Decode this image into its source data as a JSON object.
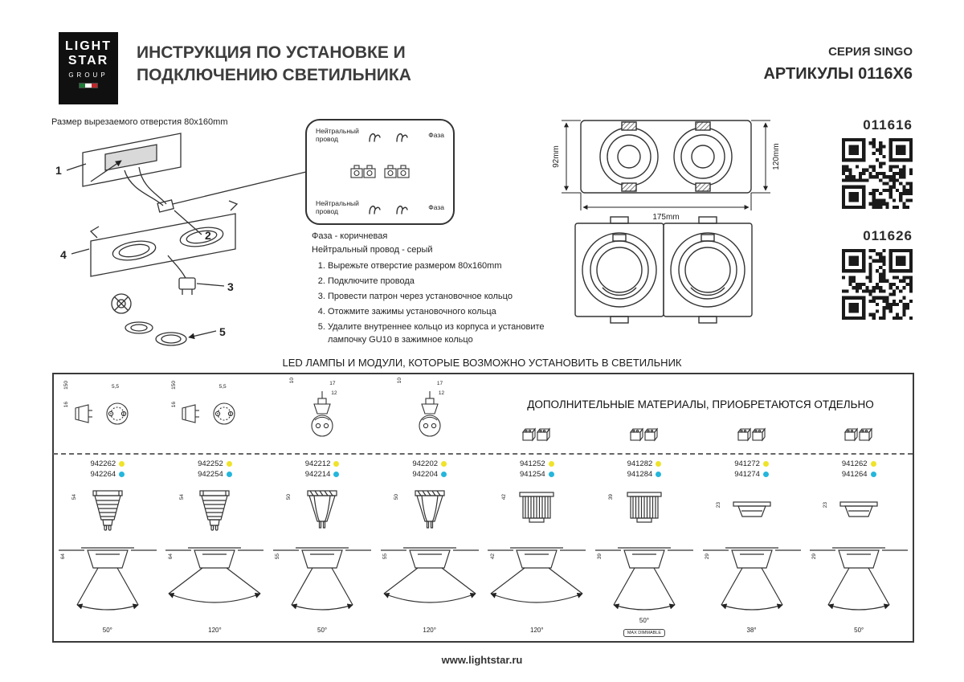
{
  "header": {
    "logo_lines": [
      "LIGHT",
      "STAR",
      "GROUP"
    ],
    "title_lines": [
      "ИНСТРУКЦИЯ ПО УСТАНОВКЕ И",
      "ПОДКЛЮЧЕНИЮ СВЕТИЛЬНИКА"
    ],
    "series": "СЕРИЯ SINGO",
    "articles_label": "АРТИКУЛЫ 0116X6"
  },
  "install": {
    "cutout_note": "Размер вырезаемого отверстия 80x160mm",
    "callouts": [
      "1",
      "2",
      "3",
      "4",
      "5"
    ],
    "wiring_box": {
      "neutral1": "Нейтральный провод",
      "phase1": "Фаза",
      "neutral2": "Нейтральный провод",
      "phase2": "Фаза"
    },
    "wire_colors": [
      "Фаза - коричневая",
      "Нейтральный провод - серый"
    ],
    "steps": [
      "Вырежьте отверстие размером 80x160mm",
      "Подключите провода",
      "Провести патрон через установочное кольцо",
      "Отожмите зажимы установочного кольца",
      "Удалите внутреннее кольцо из корпуса и установите лампочку GU10 в зажимное кольцо"
    ]
  },
  "product": {
    "dims": {
      "height": "92mm",
      "depth": "120mm",
      "width": "175mm"
    },
    "qr": [
      {
        "article": "011616"
      },
      {
        "article": "011626"
      }
    ]
  },
  "lamps_section": {
    "heading": "LED ЛАМПЫ И МОДУЛИ, КОТОРЫЕ ВОЗМОЖНО УСТАНОВИТЬ В СВЕТИЛЬНИК",
    "additional_note": "ДОПОЛНИТЕЛЬНЫЕ МАТЕРИАЛЫ, ПРИОБРЕТАЮТСЯ ОТДЕЛЬНО",
    "palette": {
      "warm_dot": "#efe32b",
      "cool_dot": "#25b6db"
    },
    "columns": [
      {
        "articles": [
          "942262",
          "942264"
        ],
        "height": "54",
        "depth": "64",
        "angle": "50°",
        "top_dims": [
          "150",
          "16",
          "5,5"
        ]
      },
      {
        "articles": [
          "942252",
          "942254"
        ],
        "height": "54",
        "depth": "64",
        "angle": "120°",
        "top_dims": [
          "150",
          "16",
          "5,5"
        ]
      },
      {
        "articles": [
          "942212",
          "942214"
        ],
        "height": "50",
        "depth": "55",
        "angle": "50°",
        "top_dims": [
          "10",
          "17",
          "12"
        ]
      },
      {
        "articles": [
          "942202",
          "942204"
        ],
        "height": "50",
        "depth": "55",
        "angle": "120°",
        "top_dims": [
          "10",
          "17",
          "12"
        ]
      },
      {
        "articles": [
          "941252",
          "941254"
        ],
        "height": "42",
        "depth": "42",
        "angle": "120°"
      },
      {
        "articles": [
          "941282",
          "941284"
        ],
        "height": "39",
        "depth": "39",
        "angle": "50°",
        "dimmable_note": "MAX DIMMABLE"
      },
      {
        "articles": [
          "941272",
          "941274"
        ],
        "height": "23",
        "depth": "29",
        "angle": "38°"
      },
      {
        "articles": [
          "941262",
          "941264"
        ],
        "height": "23",
        "depth": "29",
        "angle": "50°"
      }
    ]
  },
  "footer": {
    "url": "www.lightstar.ru"
  }
}
